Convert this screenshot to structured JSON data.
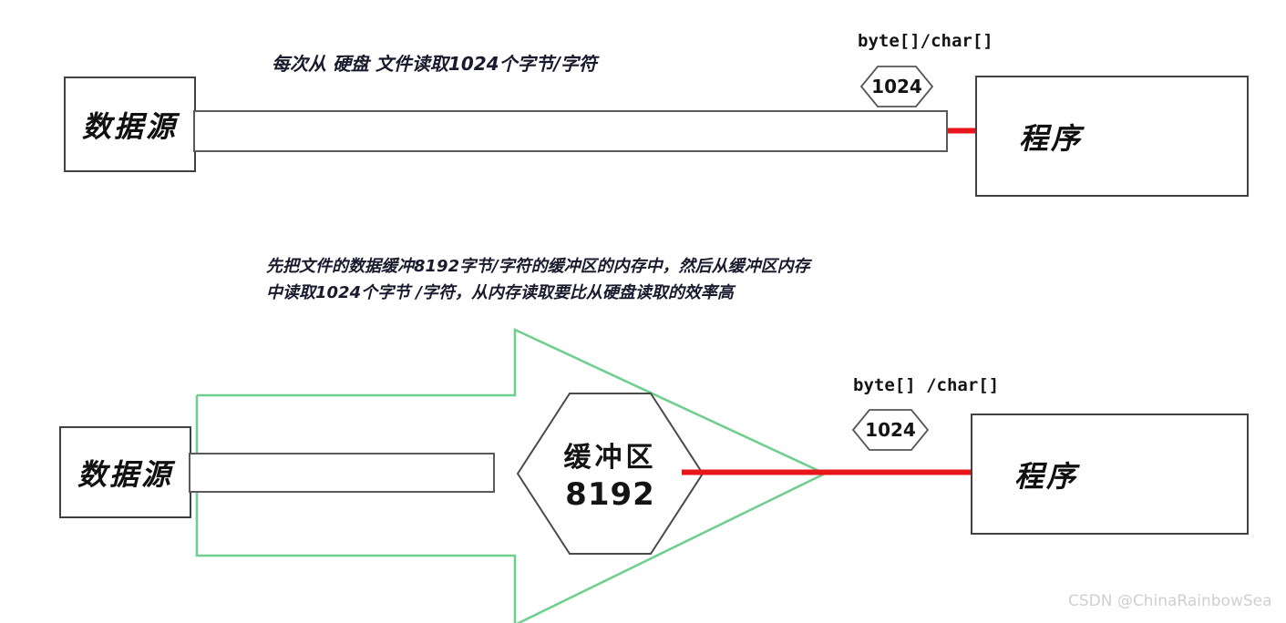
{
  "diagram": {
    "title": "Java IO buffered stream vs plain stream diagram",
    "colors": {
      "arrow_red": "#e8151b",
      "funnel_green": "#6fcf8f",
      "box_border": "#404040",
      "pipe_border": "#5a5a5a",
      "text_dark": "#1a1a2e",
      "watermark": "#cfcfcf"
    },
    "top_section": {
      "annotation": "每次从 硬盘 文件读取1024个字节/字符",
      "source_box_label": "数据源",
      "program_box_label": "程序",
      "array_label": "byte[]/char[]",
      "hex_value": "1024"
    },
    "bottom_section": {
      "annotation_line1": "先把文件的数据缓冲8192字节/字符的缓冲区的内存中，然后从缓冲区内存",
      "annotation_line2": "中读取1024个字节 /字符，从内存读取要比从硬盘读取的效率高",
      "source_box_label": "数据源",
      "program_box_label": "程序",
      "array_label": "byte[] /char[]",
      "hex_value": "1024",
      "buffer_label": "缓冲区",
      "buffer_size": "8192"
    },
    "watermark": "CSDN @ChinaRainbowSea"
  }
}
